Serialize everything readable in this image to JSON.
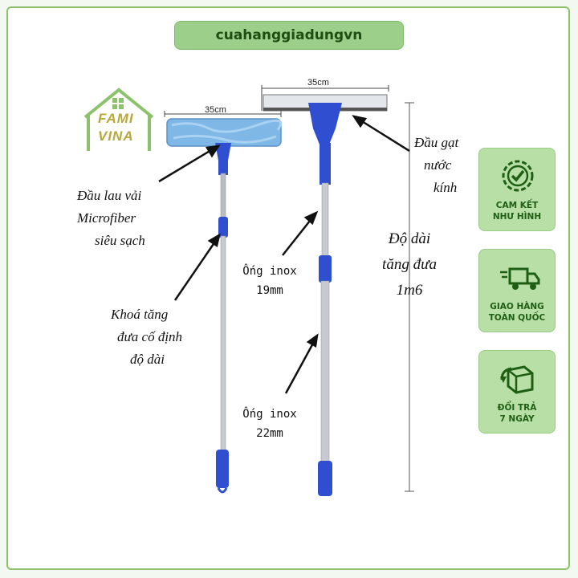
{
  "header": {
    "site": "cuahanggiadungvn"
  },
  "logo": {
    "line1": "FAMI",
    "line2": "VINA"
  },
  "left_tool": {
    "width_label": "35cm",
    "head_label_lines": [
      "Đầu lau vải",
      "Microfiber",
      "siêu sạch"
    ],
    "lock_label_lines": [
      "Khoá tăng",
      "đưa cố định",
      "độ dài"
    ]
  },
  "right_tool": {
    "width_label": "35cm",
    "head_label_lines": [
      "Đầu gạt",
      "nước",
      "kính"
    ],
    "tube_small_lines": [
      "Ống inox",
      "19mm"
    ],
    "tube_large_lines": [
      "Ống inox",
      "22mm"
    ],
    "length_label_lines": [
      "Độ dài",
      "tăng đưa",
      "1m6"
    ]
  },
  "badges": [
    {
      "icon": "badge-check-icon",
      "lines": [
        "CAM KẾT",
        "NHƯ HÌNH"
      ]
    },
    {
      "icon": "delivery-truck-icon",
      "lines": [
        "GIAO HÀNG",
        "TOÀN QUỐC"
      ]
    },
    {
      "icon": "return-box-icon",
      "lines": [
        "ĐỔI TRẢ",
        "7 NGÀY"
      ]
    }
  ],
  "colors": {
    "accent_green": "#9cd08a",
    "badge_green": "#b7dfa6",
    "tool_blue": "#2f4fd0",
    "mop_blue": "#7fb7e6"
  }
}
